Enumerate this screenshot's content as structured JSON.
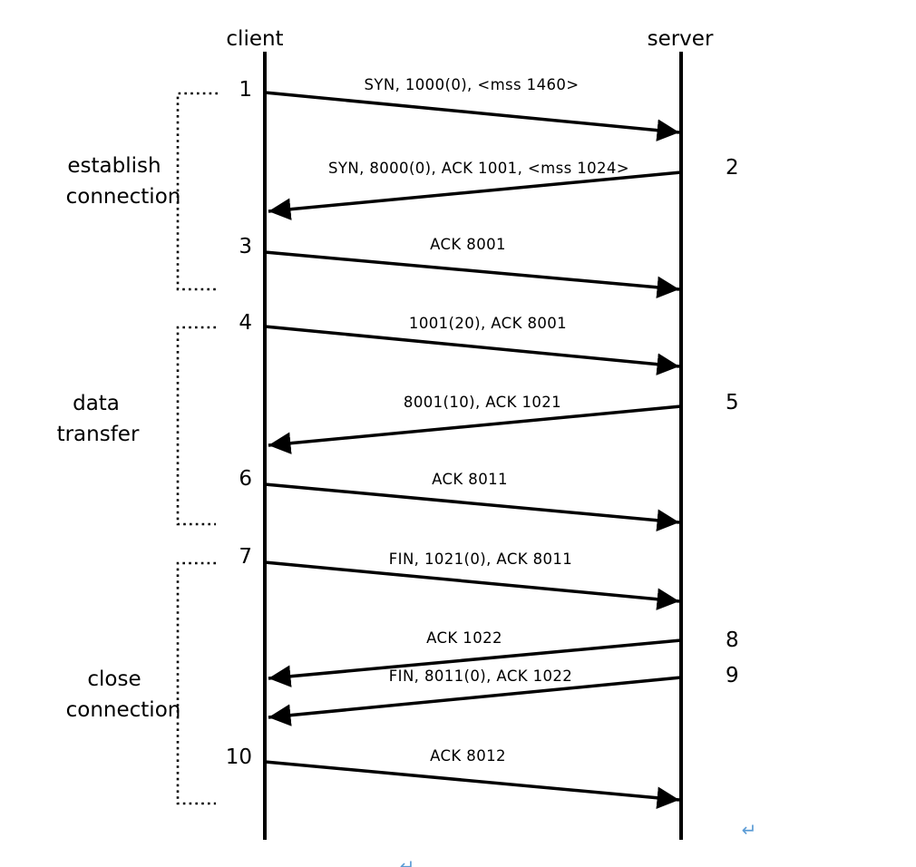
{
  "diagram": {
    "kind": "tcp-sequence-diagram",
    "actors": {
      "client": "client",
      "server": "server"
    },
    "phases": [
      {
        "line1": "establish",
        "line2": "connection"
      },
      {
        "line1": "data",
        "line2": "transfer"
      },
      {
        "line1": "close",
        "line2": "connection"
      }
    ],
    "messages": [
      {
        "seq": "1",
        "from": "client",
        "to": "server",
        "label": "SYN, 1000(0), <mss 1460>"
      },
      {
        "seq": "2",
        "from": "server",
        "to": "client",
        "label": "SYN, 8000(0), ACK 1001, <mss 1024>"
      },
      {
        "seq": "3",
        "from": "client",
        "to": "server",
        "label": "ACK 8001"
      },
      {
        "seq": "4",
        "from": "client",
        "to": "server",
        "label": "1001(20), ACK 8001"
      },
      {
        "seq": "5",
        "from": "server",
        "to": "client",
        "label": "8001(10), ACK 1021"
      },
      {
        "seq": "6",
        "from": "client",
        "to": "server",
        "label": "ACK 8011"
      },
      {
        "seq": "7",
        "from": "client",
        "to": "server",
        "label": "FIN, 1021(0), ACK 8011"
      },
      {
        "seq": "8",
        "from": "server",
        "to": "client",
        "label": "ACK 1022"
      },
      {
        "seq": "9",
        "from": "server",
        "to": "client",
        "label": "FIN, 8011(0), ACK 1022"
      },
      {
        "seq": "10",
        "from": "client",
        "to": "server",
        "label": "ACK 8012"
      }
    ],
    "artifacts": {
      "return_mark": "↵"
    },
    "colors": {
      "line": "#000000",
      "background": "#ffffff",
      "return_mark": "#5b9bd5"
    }
  }
}
